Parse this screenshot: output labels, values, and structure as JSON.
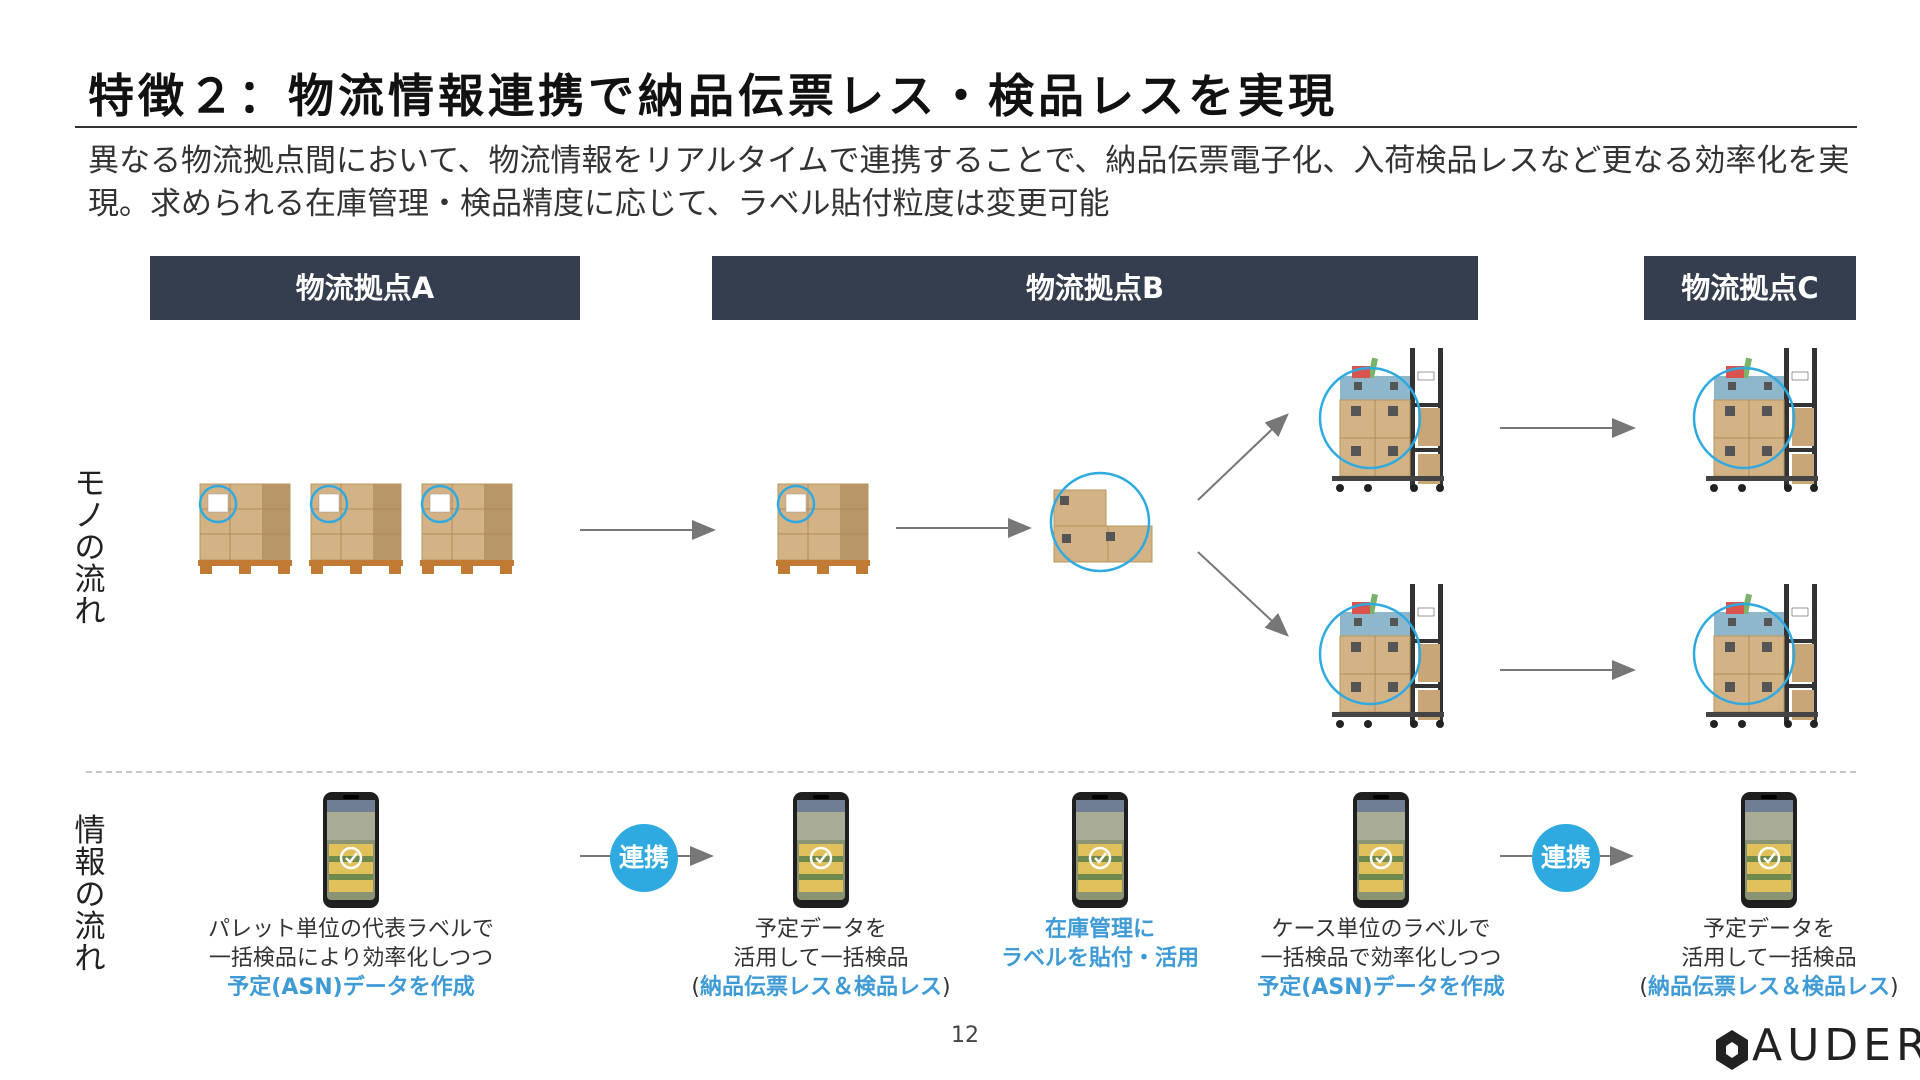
{
  "title": "特徴２：物流情報連携で納品伝票レス・検品レスを実現",
  "description": "異なる物流拠点間において、物流情報をリアルタイムで連携することで、納品伝票電子化、入荷検品レスなど更なる効率化を実現。求められる在庫管理・検品精度に応じて、ラベル貼付粒度は変更可能",
  "headers": {
    "a": "物流拠点A",
    "b": "物流拠点B",
    "c": "物流拠点C"
  },
  "row_labels": {
    "goods": "モノの流れ",
    "info": "情報の流れ"
  },
  "renkei": "連携",
  "captions": {
    "c1": {
      "line1": "パレット単位の代表ラベルで",
      "line2": "一括検品により効率化しつつ",
      "line3": "予定(ASN)データを作成"
    },
    "c2": {
      "line1": "予定データを",
      "line2": "活用して一括検品",
      "open": "(",
      "line3": "納品伝票レス＆検品レス",
      "close": ")"
    },
    "c3": {
      "line1": "在庫管理に",
      "line2": "ラベルを貼付・活用"
    },
    "c4": {
      "line1": "ケース単位のラベルで",
      "line2": "一括検品で効率化しつつ",
      "line3": "予定(ASN)データを作成"
    },
    "c5": {
      "line1": "予定データを",
      "line2": "活用して一括検品",
      "open": "(",
      "line3": "納品伝票レス＆検品レス",
      "close": ")"
    }
  },
  "page_number": "12",
  "logo": "AUDER",
  "colors": {
    "header_bg": "#343e4f",
    "accent_blue": "#2eaae1",
    "caption_blue": "#3f9bd6",
    "box": "#d3b286"
  }
}
